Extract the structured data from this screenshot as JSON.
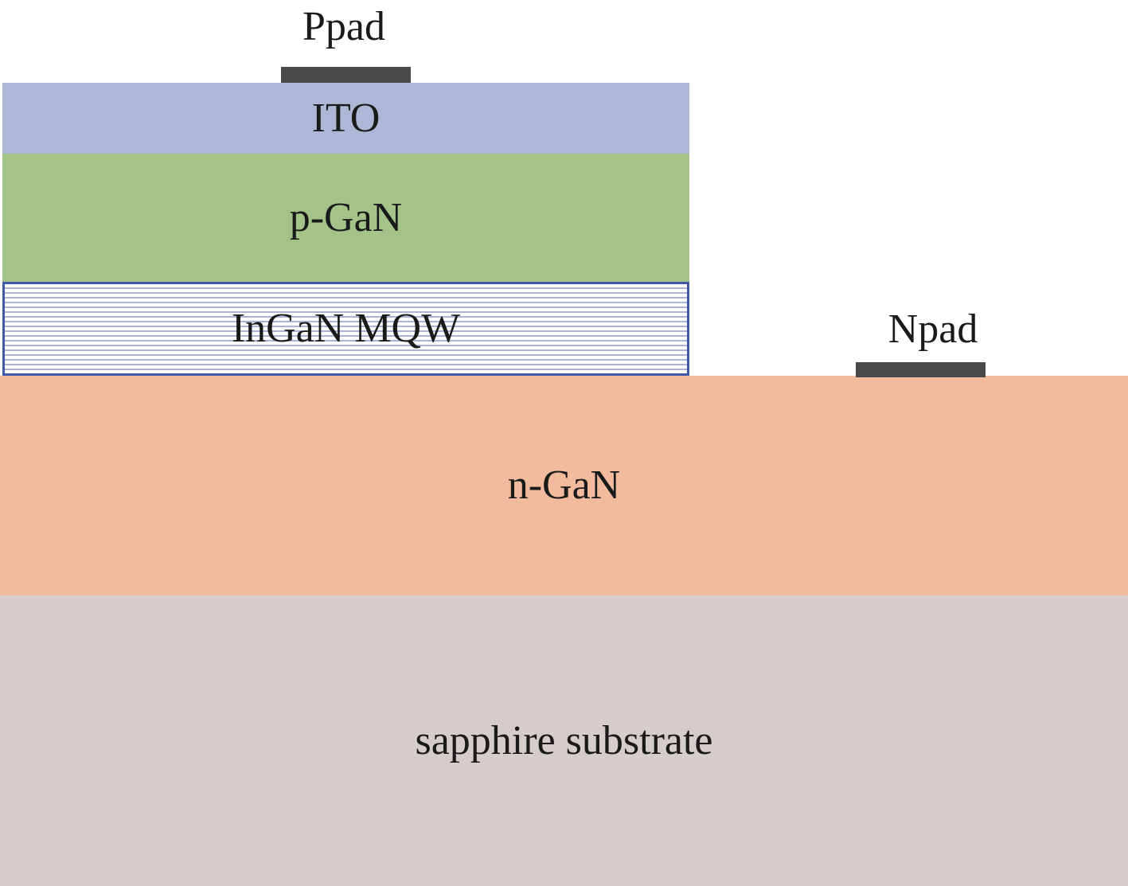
{
  "diagram": {
    "layers": {
      "sapphire": {
        "label": "sapphire substrate",
        "color": "#d5cdca"
      },
      "ngan": {
        "label": "n-GaN",
        "color": "#f2bb9d"
      },
      "mqw": {
        "label": "InGaN MQW",
        "color": "#ffffff",
        "line_color": "#a7b3da",
        "border_color": "#3f5aa8"
      },
      "pgan": {
        "label": "p-GaN",
        "color": "#a3c389"
      },
      "ito": {
        "label": "ITO",
        "color": "#afb7d6"
      }
    },
    "pads": {
      "ppad": {
        "label": "Ppad",
        "color": "#4b4a4b"
      },
      "npad": {
        "label": "Npad",
        "color": "#4b4a4b"
      }
    }
  }
}
